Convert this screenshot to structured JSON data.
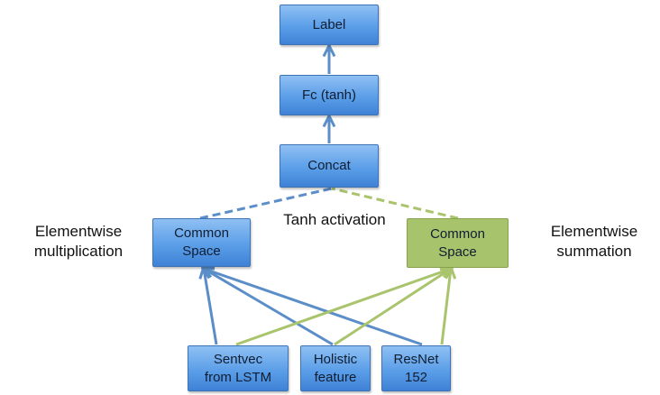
{
  "nodes": {
    "label": "Label",
    "fc": "Fc (tanh)",
    "concat": "Concat",
    "common_left": "Common\nSpace",
    "common_right": "Common\nSpace",
    "sentvec": "Sentvec\nfrom LSTM",
    "holistic": "Holistic\nfeature",
    "resnet": "ResNet\n152"
  },
  "annotations": {
    "left": "Elementwise\nmultiplication",
    "right": "Elementwise\nsummation",
    "center": "Tanh activation"
  },
  "colors": {
    "blue_box": "#5b9ee8",
    "green_box": "#a7c36b",
    "blue_line": "#5b8ec9",
    "green_line": "#a9c46c"
  }
}
